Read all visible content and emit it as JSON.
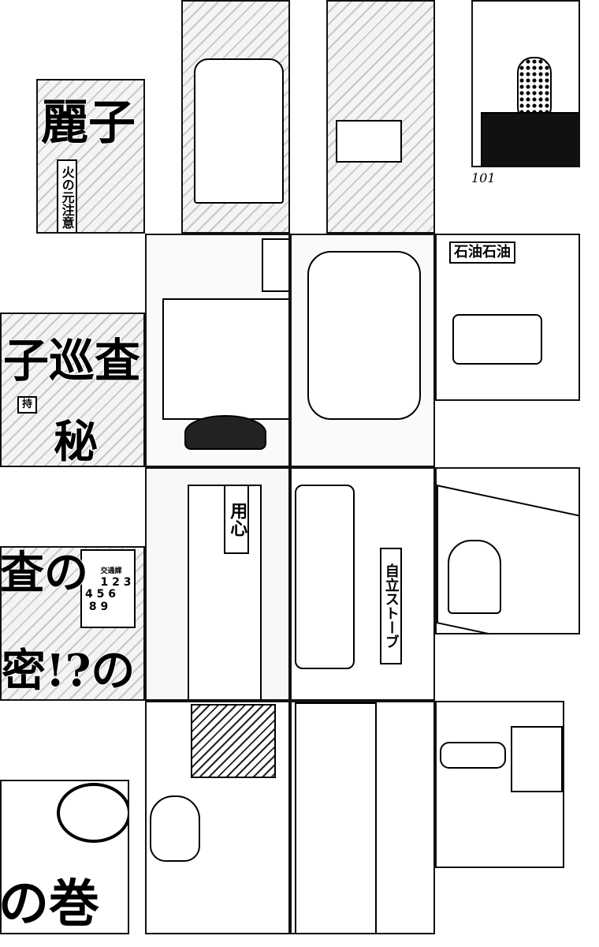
{
  "title_fragments": {
    "t1": "麗子",
    "t2": "子巡査",
    "t2b": "秘",
    "t3": "査の",
    "t3b": "密!?の",
    "t4": "の巻"
  },
  "signs": {
    "fire_caution": "火の元注意",
    "caution": "用心",
    "kerosene": "石油石油",
    "stove": "自立ストーブ",
    "hold": "持",
    "numbers_label": "交通課",
    "numbers": "1 2 3\n4 5 6\n 8 9"
  },
  "page_number": "101"
}
